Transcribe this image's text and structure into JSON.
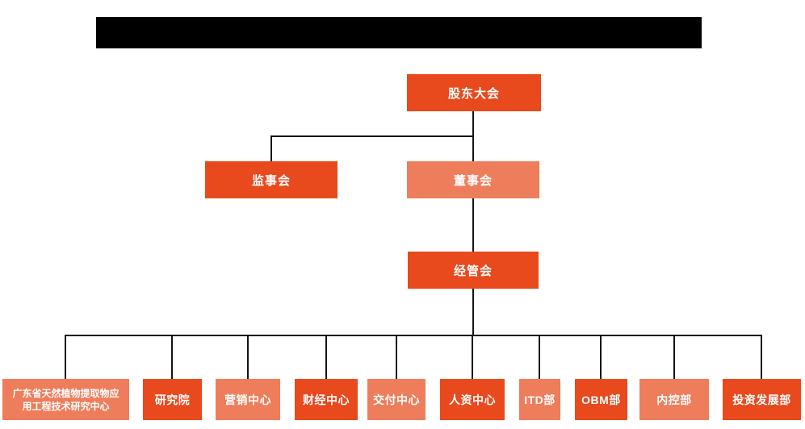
{
  "colors": {
    "node_primary": "#e8491d",
    "node_secondary": "#ee7d5b",
    "connector_line": "#141414",
    "node_text": "#ffffff",
    "redaction_bar": "#000000",
    "background": "#ffffff"
  },
  "org_chart": {
    "nodes": {
      "shareholders": {
        "label": "股东大会"
      },
      "supervisory": {
        "label": "监事会"
      },
      "board": {
        "label": "董事会"
      },
      "management": {
        "label": "经管会"
      },
      "research_center": {
        "lines": [
          "广东省天然植物提取物应",
          "用工程技术研究中心"
        ]
      },
      "research_institute": {
        "label": "研究院"
      },
      "marketing": {
        "label": "营销中心"
      },
      "finance": {
        "label": "财经中心"
      },
      "delivery": {
        "label": "交付中心"
      },
      "hr": {
        "label": "人资中心"
      },
      "itd": {
        "label": "ITD部"
      },
      "obm": {
        "label": "OBM部"
      },
      "internal_control": {
        "label": "内控部"
      },
      "investment": {
        "label": "投资发展部"
      }
    },
    "edges": [
      [
        "shareholders",
        "supervisory"
      ],
      [
        "shareholders",
        "board"
      ],
      [
        "board",
        "management"
      ],
      [
        "management",
        "research_center"
      ],
      [
        "management",
        "research_institute"
      ],
      [
        "management",
        "marketing"
      ],
      [
        "management",
        "finance"
      ],
      [
        "management",
        "delivery"
      ],
      [
        "management",
        "hr"
      ],
      [
        "management",
        "itd"
      ],
      [
        "management",
        "obm"
      ],
      [
        "management",
        "internal_control"
      ],
      [
        "management",
        "investment"
      ]
    ]
  }
}
